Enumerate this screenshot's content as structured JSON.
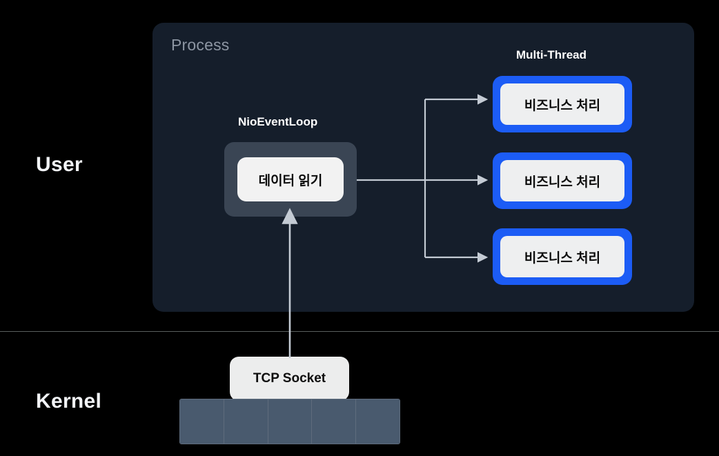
{
  "layers": [
    {
      "id": "user",
      "label": "User"
    },
    {
      "id": "kernel",
      "label": "Kernel"
    }
  ],
  "process": {
    "title": "Process",
    "panel_color": "#151e2b"
  },
  "sections": {
    "eventloop_caption": "NioEventLoop",
    "threads_caption": "Multi-Thread"
  },
  "eventloop": {
    "box_label": "데이터 읽기",
    "container_color": "#3a4554",
    "box_color": "#f2f2f2"
  },
  "threads": {
    "accent_color": "#1c5cf5",
    "items": [
      {
        "label": "비즈니스 처리"
      },
      {
        "label": "비즈니스 처리"
      },
      {
        "label": "비즈니스 처리"
      }
    ]
  },
  "socket": {
    "label": "TCP Socket",
    "box_color": "#eceded"
  },
  "buffer": {
    "cell_count": 5,
    "cell_color": "#495a6e",
    "cells": [
      "",
      "",
      "",
      "",
      ""
    ]
  },
  "connectors": {
    "line_color": "#c4cbd4",
    "divider_color": "#68716f"
  }
}
